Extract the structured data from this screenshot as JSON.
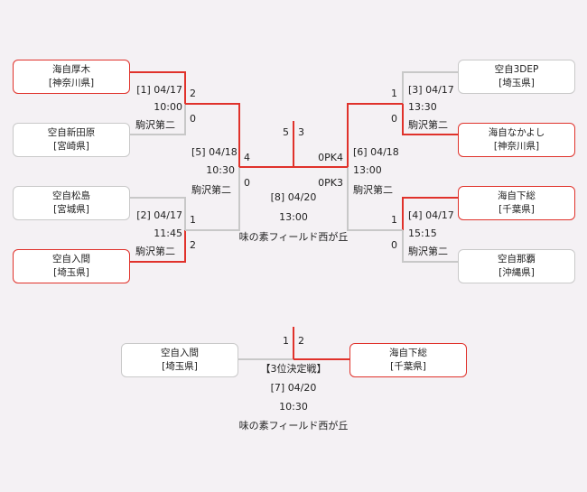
{
  "teams": {
    "left_1": {
      "name": "海自厚木",
      "pref": "[神奈川県]",
      "winner": true
    },
    "left_2": {
      "name": "空自新田原",
      "pref": "[宮崎県]",
      "winner": false
    },
    "left_3": {
      "name": "空自松島",
      "pref": "[宮城県]",
      "winner": false
    },
    "left_4": {
      "name": "空自入間",
      "pref": "[埼玉県]",
      "winner": true
    },
    "right_1": {
      "name": "空自3DEP",
      "pref": "[埼玉県]",
      "winner": false
    },
    "right_2": {
      "name": "海自なかよし",
      "pref": "[神奈川県]",
      "winner": true
    },
    "right_3": {
      "name": "海自下総",
      "pref": "[千葉県]",
      "winner": true
    },
    "right_4": {
      "name": "空自那覇",
      "pref": "[沖縄県]",
      "winner": false
    },
    "third_left": {
      "name": "空自入間",
      "pref": "[埼玉県]",
      "winner": false
    },
    "third_right": {
      "name": "海自下総",
      "pref": "[千葉県]",
      "winner": true
    }
  },
  "games": {
    "g1": {
      "label": "[1] 04/17",
      "time": "10:00",
      "venue": "駒沢第二",
      "score_top": "2",
      "score_bottom": "0"
    },
    "g2": {
      "label": "[2] 04/17",
      "time": "11:45",
      "venue": "駒沢第二",
      "score_top": "1",
      "score_bottom": "2"
    },
    "g3": {
      "label": "[3] 04/17",
      "time": "13:30",
      "venue": "駒沢第二",
      "score_top": "1",
      "score_bottom": "0"
    },
    "g4": {
      "label": "[4] 04/17",
      "time": "15:15",
      "venue": "駒沢第二",
      "score_top": "1",
      "score_bottom": "0"
    },
    "g5": {
      "label": "[5] 04/18",
      "time": "10:30",
      "venue": "駒沢第二",
      "score_top": "4",
      "score_bottom": "0"
    },
    "g6": {
      "label": "[6] 04/18",
      "time": "13:00",
      "venue": "駒沢第二",
      "score_top": "0PK4",
      "score_bottom": "0PK3"
    },
    "final": {
      "label": "[8] 04/20",
      "time": "13:00",
      "venue": "味の素フィールド西が丘",
      "score_left": "5",
      "score_right": "3"
    },
    "third": {
      "title": "【3位決定戦】",
      "label": "[7] 04/20",
      "time": "10:30",
      "venue": "味の素フィールド西が丘",
      "score_left": "1",
      "score_right": "2"
    }
  },
  "colors": {
    "win_line": "#e0322b",
    "lose_line": "#c8c8c8",
    "background": "#f4f1f4"
  }
}
